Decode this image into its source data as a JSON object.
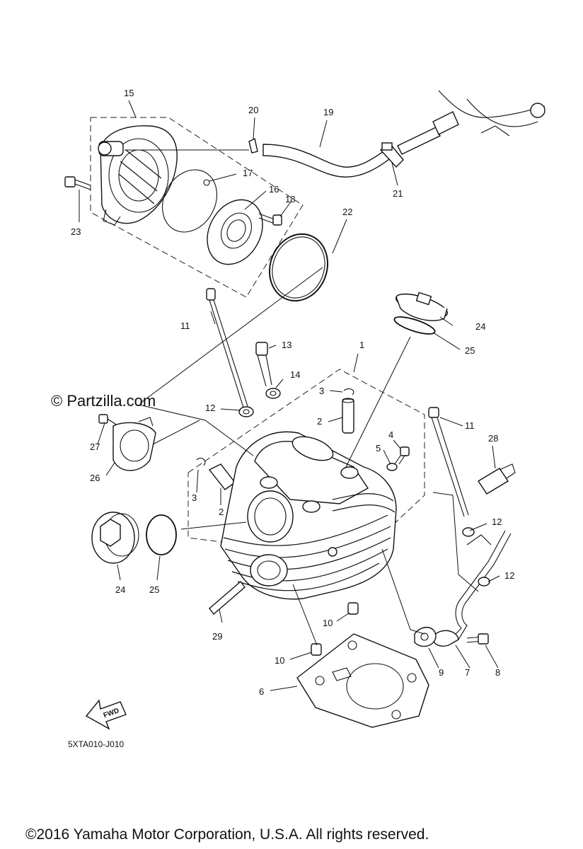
{
  "diagram_code": "5XTA010-J010",
  "watermark": "© Partzilla.com",
  "copyright": "©2016 Yamaha Motor Corporation, U.S.A. All rights reserved.",
  "fwd_label": "FWD",
  "callouts": {
    "c15": "15",
    "c20": "20",
    "c19": "19",
    "c17": "17",
    "c16": "16",
    "c18": "18",
    "c21": "21",
    "c22": "22",
    "c23": "23",
    "c11a": "11",
    "c13": "13",
    "c1": "1",
    "c24a": "24",
    "c25a": "25",
    "c14": "14",
    "c3a": "3",
    "c12a": "12",
    "c2a": "2",
    "c4": "4",
    "c5": "5",
    "c11b": "11",
    "c28": "28",
    "c27": "27",
    "c26": "26",
    "c3b": "3",
    "c2b": "2",
    "c12b": "12",
    "c12c": "12",
    "c24b": "24",
    "c25b": "25",
    "c29": "29",
    "c10a": "10",
    "c10b": "10",
    "c9": "9",
    "c7": "7",
    "c8": "8",
    "c6": "6"
  }
}
